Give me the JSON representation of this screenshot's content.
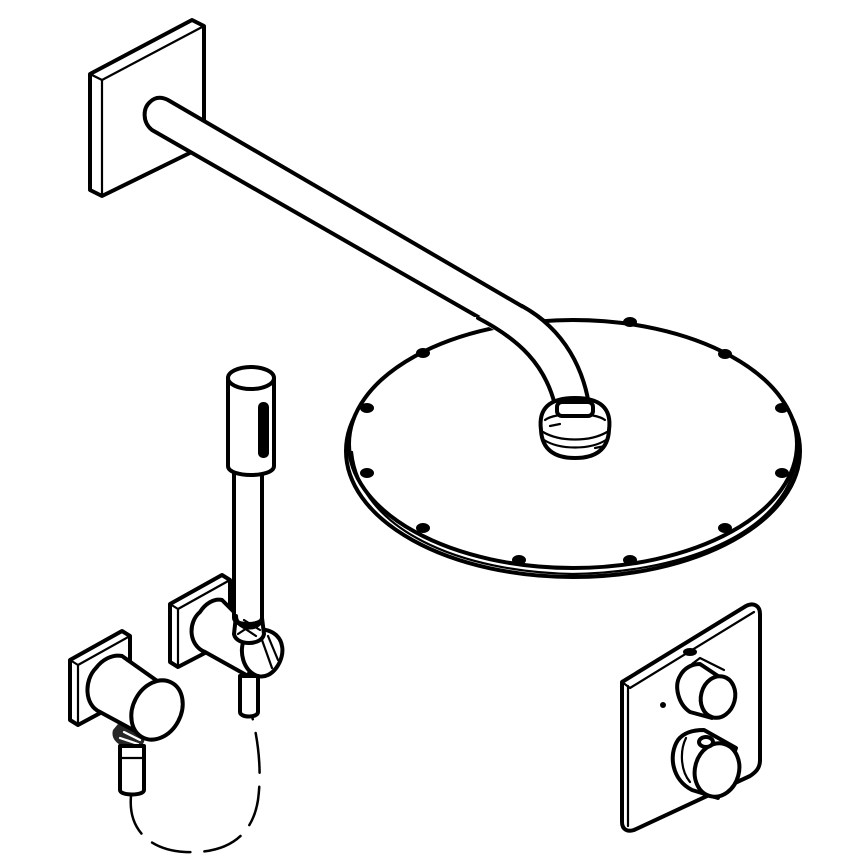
{
  "figure": {
    "type": "product-line-drawing",
    "subject": "Shower system set",
    "line_color": "#000000",
    "background_color": "#ffffff",
    "components": [
      {
        "id": "wall-flange",
        "label": "Wall flange (square)"
      },
      {
        "id": "shower-arm",
        "label": "Shower arm"
      },
      {
        "id": "head-shower",
        "label": "Round head shower",
        "nozzle_count": 12
      },
      {
        "id": "hand-shower",
        "label": "Stick hand shower"
      },
      {
        "id": "hand-shower-holder",
        "label": "Wall holder with square rosette"
      },
      {
        "id": "wall-outlet",
        "label": "Wall outlet elbow with square rosette"
      },
      {
        "id": "shower-hose",
        "label": "Shower hose (shown dashed)"
      },
      {
        "id": "thermostat",
        "label": "Thermostat trim with two knobs",
        "knob_count": 2
      }
    ]
  }
}
